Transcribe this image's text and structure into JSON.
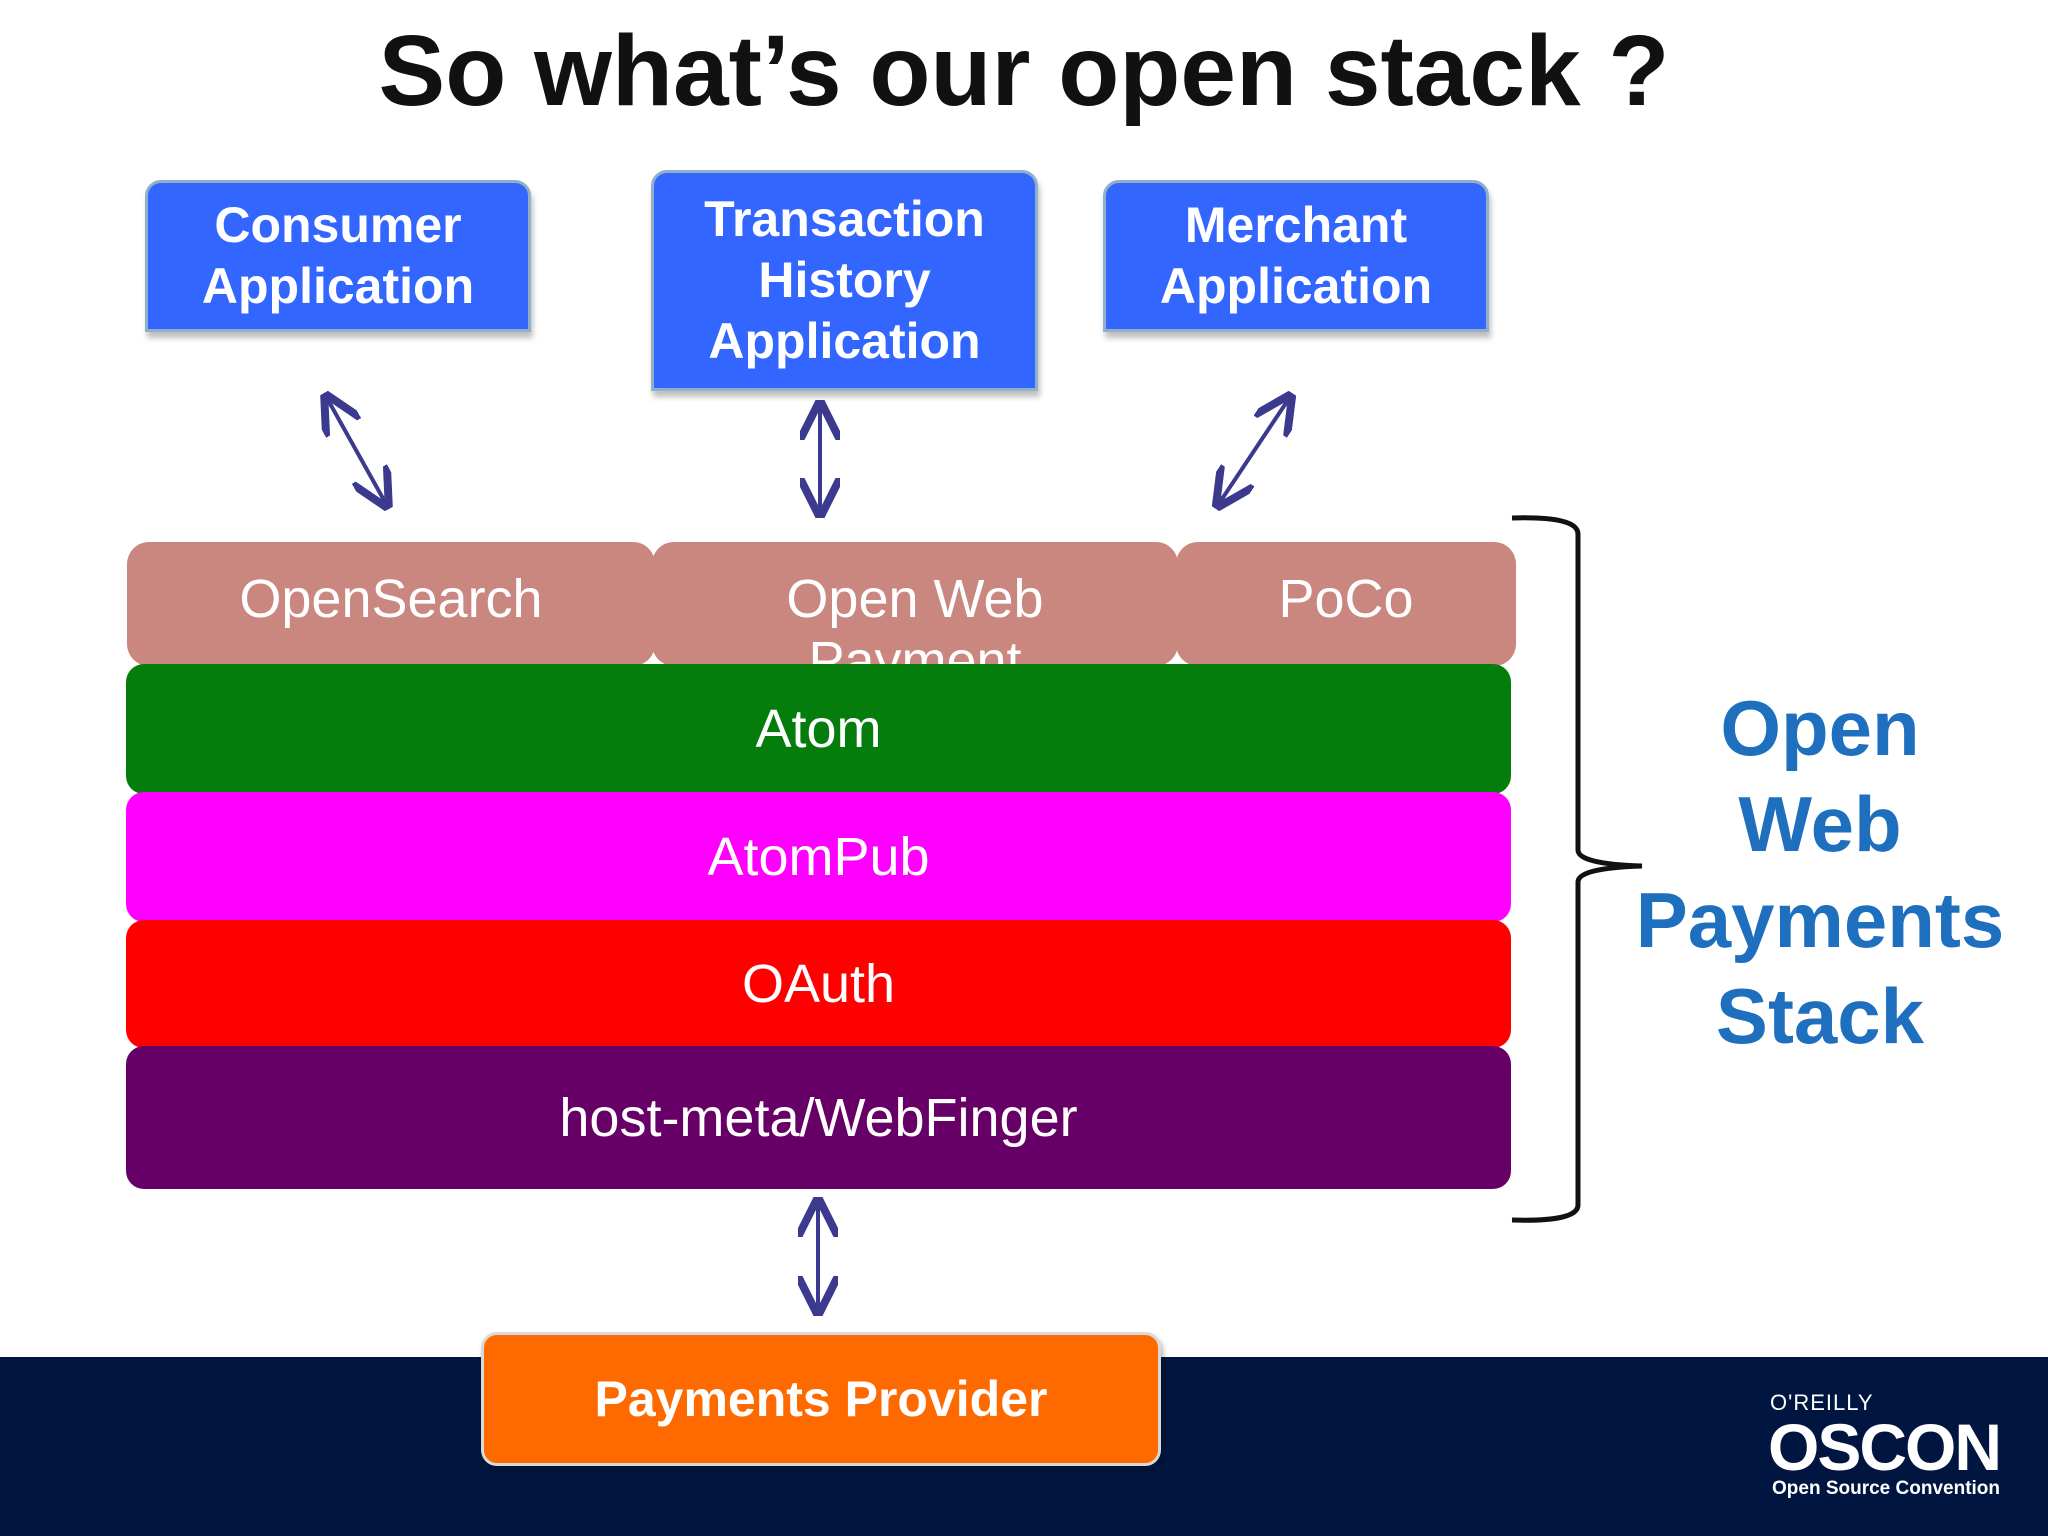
{
  "slide": {
    "title": "So what’s our open stack ?"
  },
  "apps": [
    {
      "id": "consumer",
      "label": "Consumer\nApplication"
    },
    {
      "id": "transaction",
      "label": "Transaction\nHistory\nApplication"
    },
    {
      "id": "merchant",
      "label": "Merchant\nApplication"
    }
  ],
  "top_protocols": [
    {
      "label": "OpenSearch"
    },
    {
      "label": "Open Web Payment"
    },
    {
      "label": "PoCo"
    }
  ],
  "layers": [
    {
      "label": "Atom"
    },
    {
      "label": "AtomPub"
    },
    {
      "label": "OAuth"
    },
    {
      "label": "host-meta/WebFinger"
    }
  ],
  "stack_label": [
    "Open",
    "Web",
    "Payments",
    "Stack"
  ],
  "provider": {
    "label": "Payments Provider"
  },
  "logo": {
    "top": "O'REILLY",
    "main": "OSCON",
    "sub": "Open Source Convention"
  },
  "colors": {
    "app_blue": "#3366ff",
    "protocol_rose": "#c98780",
    "atom_green": "#047d0c",
    "atompub_magenta": "#ff00ff",
    "oauth_red": "#ff0000",
    "webfinger_purple": "#660066",
    "provider_orange": "#ff6a00",
    "footer_navy": "#001640",
    "stack_label_blue": "#1f6fbf",
    "arrow_indigo": "#3b3a8f"
  }
}
